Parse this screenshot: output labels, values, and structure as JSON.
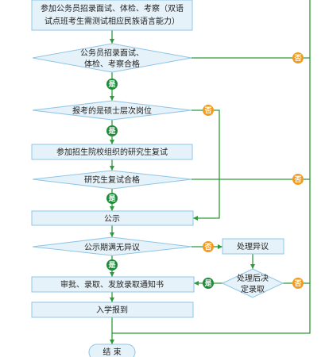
{
  "colors": {
    "box_fill": "#e6f2f9",
    "box_stroke": "#8fc5e6",
    "line": "#2e9a3a",
    "yes_badge": "#1e8a3a",
    "no_badge": "#f39a1e"
  },
  "nodes": {
    "step1": {
      "line1": "参加公务员招录面试、体检、考察（双语",
      "line2": "试点班考生需测试相应民族语言能力）"
    },
    "decision1": {
      "line1": "公务员招录面试、",
      "line2": "体检、考察合格"
    },
    "decision2": {
      "label": "报考的是硕士层次岗位"
    },
    "step2": {
      "label": "参加招生院校组织的研究生复试"
    },
    "decision3": {
      "label": "研究生复试合格"
    },
    "step3": {
      "label": "公示"
    },
    "decision4": {
      "label": "公示期满无异议"
    },
    "handle_objection": {
      "label": "处理异议"
    },
    "decision5": {
      "line1": "处理后决",
      "line2": "定录取"
    },
    "step4": {
      "label": "审批、录取、发放录取通知书"
    },
    "step5": {
      "label": "入学报到"
    },
    "end": {
      "label": "结 束"
    }
  },
  "badges": {
    "yes": "是",
    "no": "否"
  }
}
